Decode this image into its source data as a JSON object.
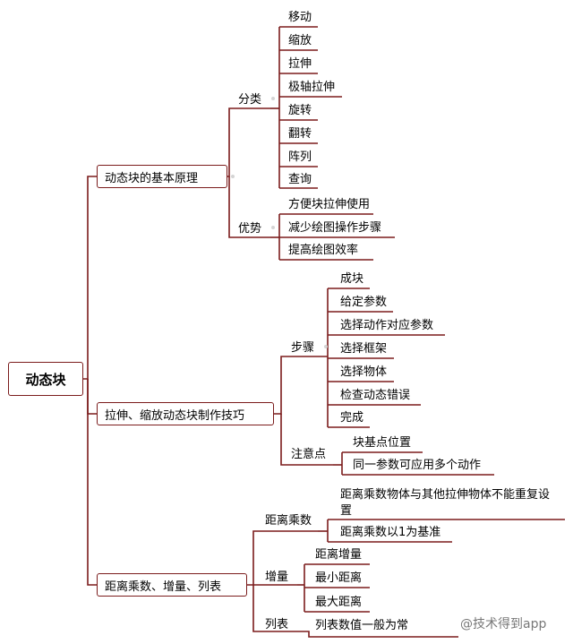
{
  "root": "动态块",
  "branches": {
    "b1": {
      "label": "动态块的基本原理",
      "fenlei": {
        "label": "分类",
        "items": [
          "移动",
          "缩放",
          "拉伸",
          "极轴拉伸",
          "旋转",
          "翻转",
          "阵列",
          "查询"
        ]
      },
      "youshi": {
        "label": "优势",
        "items": [
          "方便块拉伸使用",
          "减少绘图操作步骤",
          "提高绘图效率"
        ]
      }
    },
    "b2": {
      "label": "拉伸、缩放动态块制作技巧",
      "buzhou": {
        "label": "步骤",
        "items": [
          "成块",
          "给定参数",
          "选择动作对应参数",
          "选择框架",
          "选择物体",
          "检查动态错误",
          "完成"
        ]
      },
      "zhuyi": {
        "label": "注意点",
        "items": [
          "块基点位置",
          "同一参数可应用多个动作"
        ]
      }
    },
    "b3": {
      "label": "距离乘数、增量、列表",
      "chengshu": {
        "label": "距离乘数",
        "items": [
          "距离乘数物体与其他拉伸物体不能重复设置",
          "距离乘数以1为基准"
        ]
      },
      "zengliang": {
        "label": "增量",
        "items": [
          "距离增量",
          "最小距离",
          "最大距离"
        ]
      },
      "liebiao": {
        "label": "列表",
        "items": [
          "列表数值一般为常"
        ]
      }
    }
  },
  "watermark": "@技术得到app",
  "colors": {
    "line": "#7b1c1c",
    "dot": "#d4d4d4"
  }
}
